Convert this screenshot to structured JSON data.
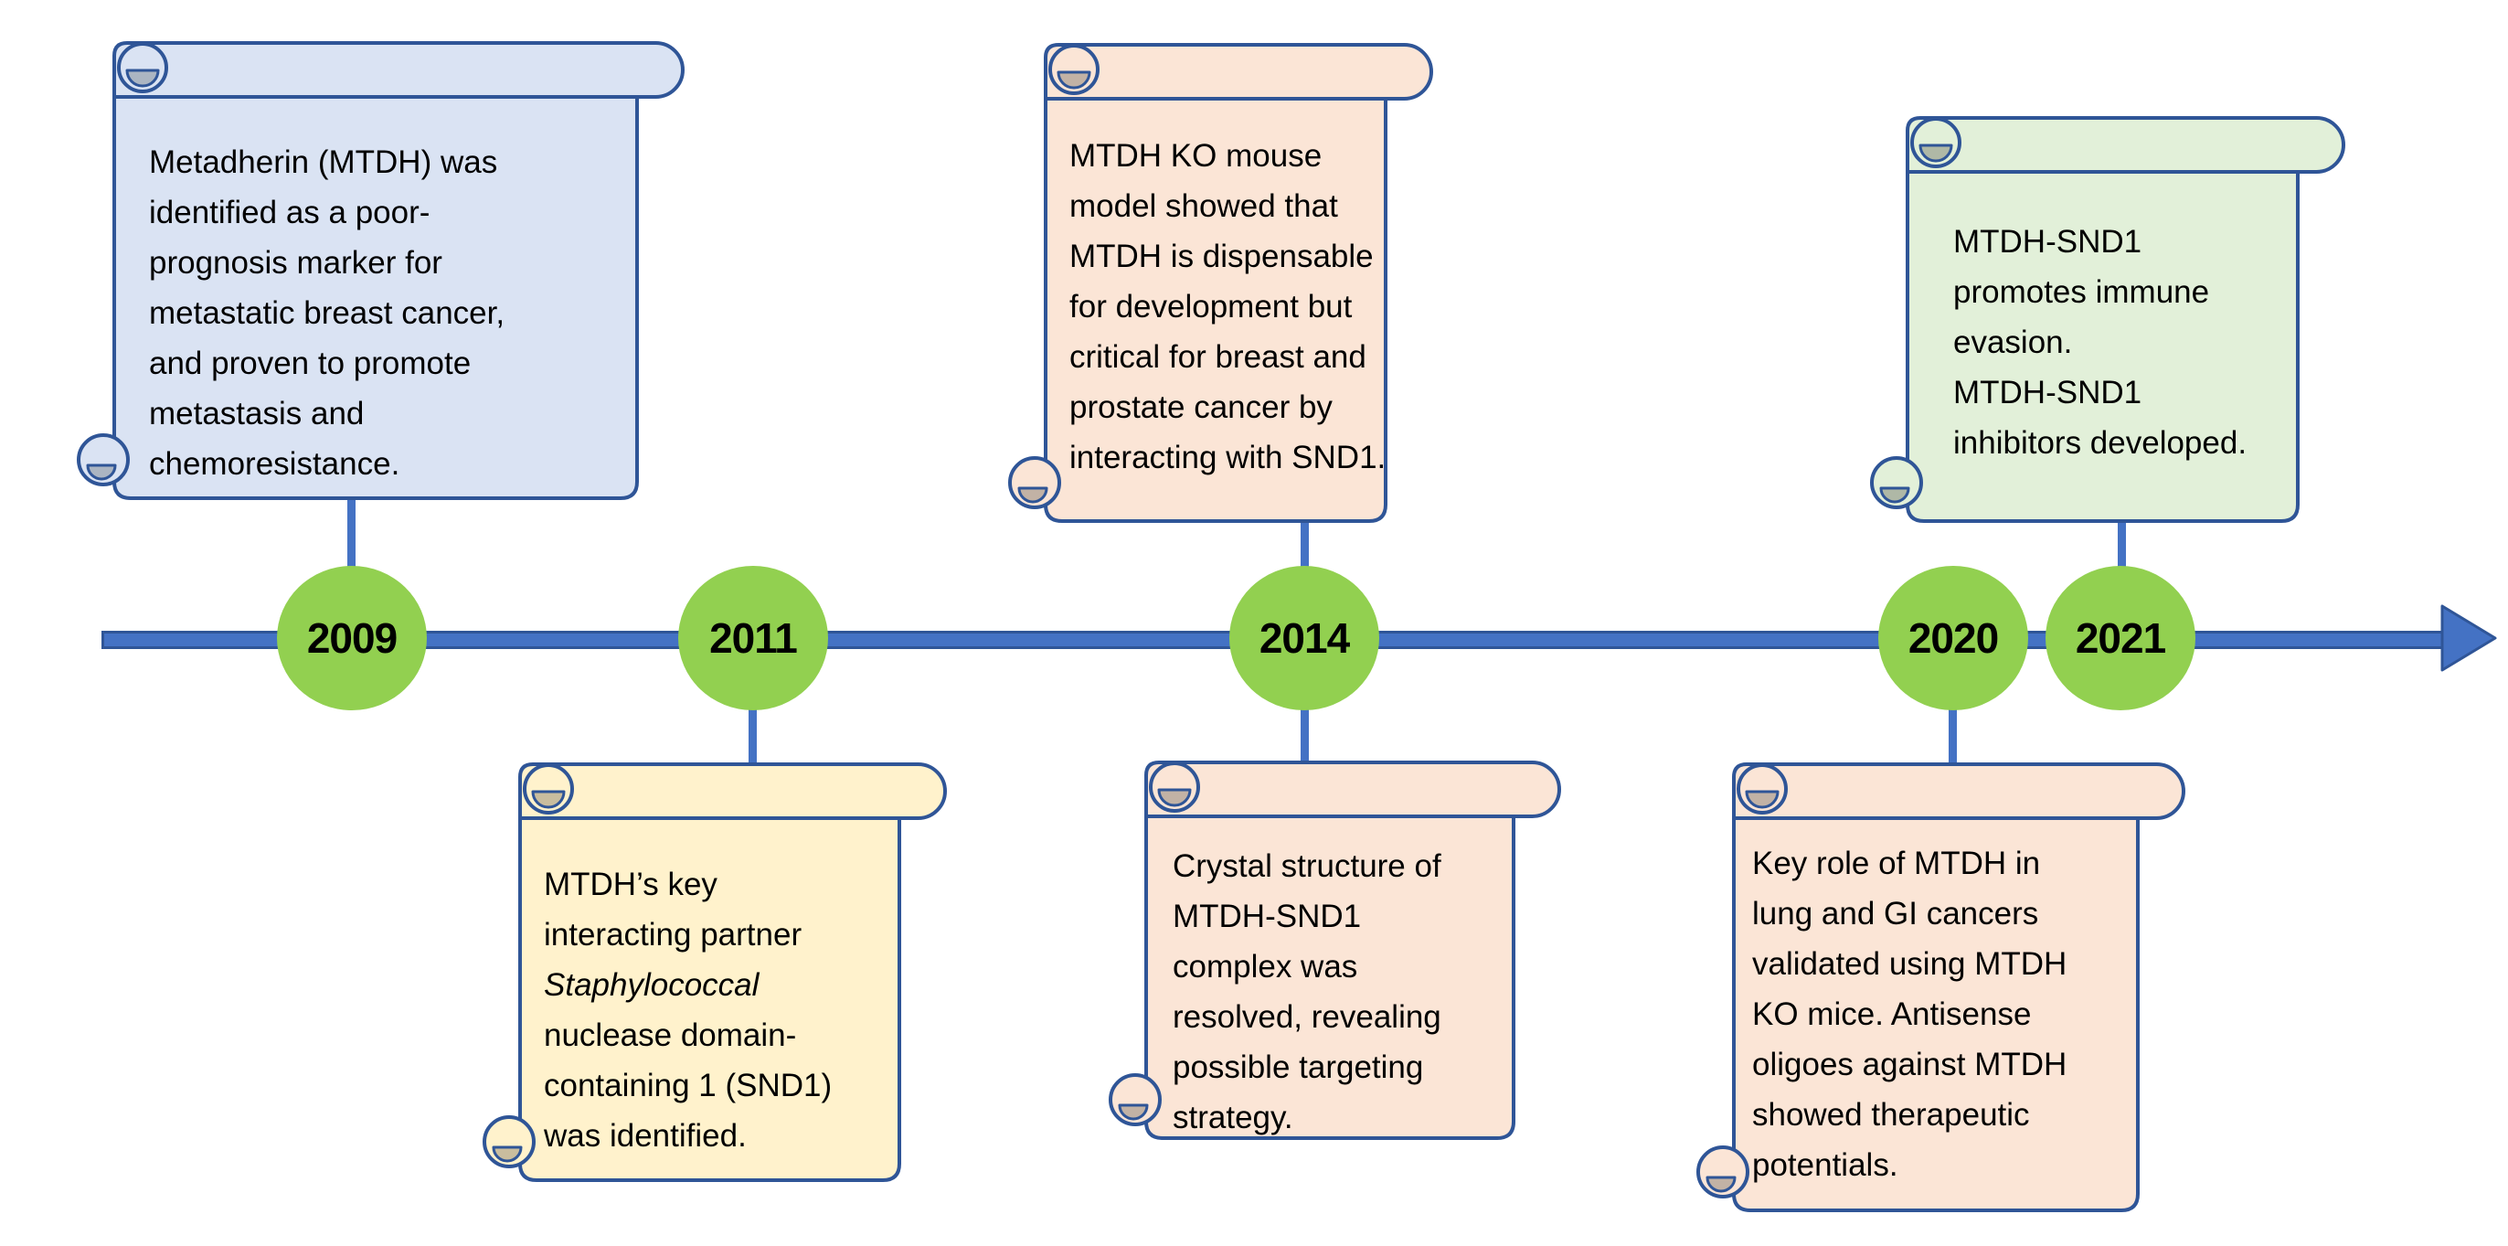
{
  "diagram": {
    "subject": "MTDH research timeline",
    "axis_direction": "right-arrow"
  },
  "colors": {
    "background": "#FFFFFF",
    "axis_fill": "#4472C4",
    "axis_border": "#2F5597",
    "connector": "#4472C4",
    "year_circle_fill": "#92D050",
    "year_text": "#000000",
    "scroll_border": "#2F5597",
    "body_text": "#000000",
    "scroll_fill_blue": "#DAE3F3",
    "scroll_fill_peach": "#FBE5D6",
    "scroll_fill_yellow": "#FFF2CC",
    "scroll_fill_green": "#E2F0D9"
  },
  "timeline": {
    "years": [
      {
        "label": "2009",
        "callout": "above"
      },
      {
        "label": "2011",
        "callout": "below"
      },
      {
        "label": "2014",
        "callout": "above-and-below"
      },
      {
        "label": "2020",
        "callout": "below"
      },
      {
        "label": "2021",
        "callout": "above"
      }
    ]
  },
  "events": [
    {
      "year": "2009",
      "placement": "above",
      "fill": "#DAE3F3",
      "curl_color": "#ABB5C2",
      "lines": [
        "Metadherin (MTDH) was",
        "identified as a poor-",
        "prognosis marker for",
        "metastatic breast cancer,",
        "and proven to promote",
        "metastasis and",
        "chemoresistance."
      ],
      "italic_lines": []
    },
    {
      "year": "2011",
      "placement": "below",
      "fill": "#FFF2CC",
      "curl_color": "#C9BD9E",
      "lines": [
        "MTDH’s key",
        "interacting partner",
        "Staphylococcal",
        "nuclease domain-",
        "containing 1 (SND1)",
        "was identified."
      ],
      "italic_lines": [
        2
      ]
    },
    {
      "year": "2014",
      "placement": "above",
      "fill": "#FBE5D6",
      "curl_color": "#C2B2A5",
      "lines": [
        "MTDH KO mouse",
        "model showed that",
        "MTDH is dispensable",
        "for development but",
        "critical for breast and",
        "prostate cancer by",
        "interacting with SND1."
      ],
      "italic_lines": []
    },
    {
      "year": "2014",
      "placement": "below",
      "fill": "#FBE5D6",
      "curl_color": "#C2B2A5",
      "lines": [
        "Crystal structure of",
        "MTDH-SND1",
        "complex was",
        "resolved, revealing",
        "possible targeting",
        "strategy."
      ],
      "italic_lines": []
    },
    {
      "year": "2020",
      "placement": "below",
      "fill": "#FBE5D6",
      "curl_color": "#C2B2A5",
      "lines": [
        "Key role of MTDH in",
        "lung and GI cancers",
        "validated using MTDH",
        "KO mice. Antisense",
        "oligoes against MTDH",
        "showed therapeutic",
        "potentials."
      ],
      "italic_lines": []
    },
    {
      "year": "2021",
      "placement": "above",
      "fill": "#E2F0D9",
      "curl_color": "#AFB8A6",
      "lines": [
        "MTDH-SND1",
        "promotes immune",
        "evasion.",
        "MTDH-SND1",
        "inhibitors developed."
      ],
      "italic_lines": []
    }
  ]
}
